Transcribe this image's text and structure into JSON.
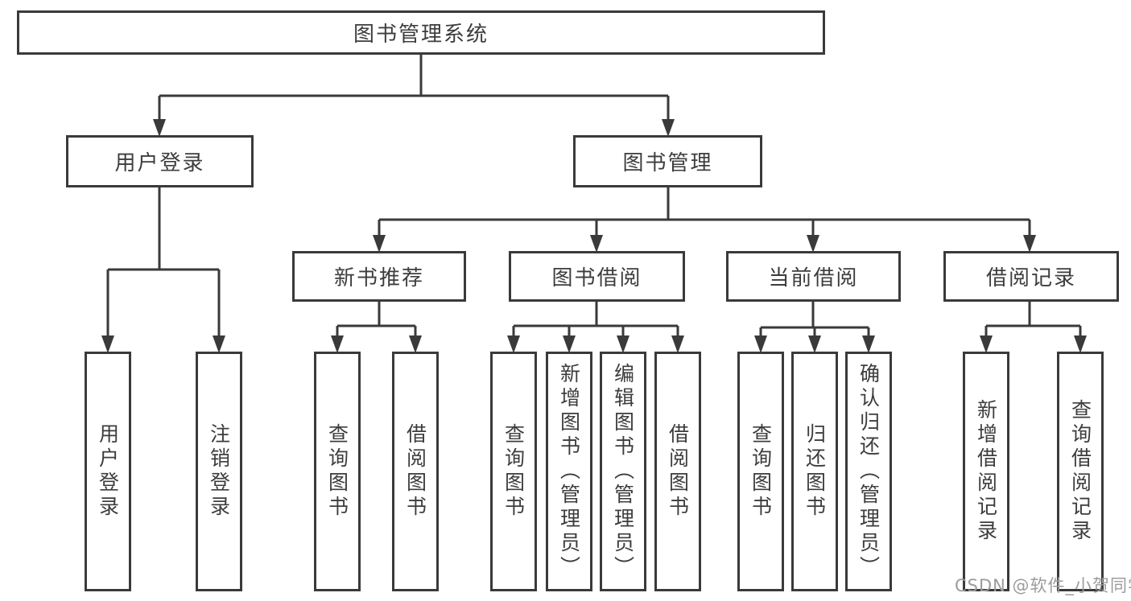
{
  "tree": {
    "root": {
      "label": "图书管理系统",
      "children": [
        {
          "label": "用户登录",
          "children": [
            {
              "label": "用户登录"
            },
            {
              "label": "注销登录"
            }
          ]
        },
        {
          "label": "图书管理",
          "children": [
            {
              "label": "新书推荐",
              "children": [
                {
                  "label": "查询图书"
                },
                {
                  "label": "借阅图书"
                }
              ]
            },
            {
              "label": "图书借阅",
              "children": [
                {
                  "label": "查询图书"
                },
                {
                  "label": "新增图书（管理员）"
                },
                {
                  "label": "编辑图书（管理员）"
                },
                {
                  "label": "借阅图书"
                }
              ]
            },
            {
              "label": "当前借阅",
              "children": [
                {
                  "label": "查询图书"
                },
                {
                  "label": "归还图书"
                },
                {
                  "label": "确认归还（管理员）"
                }
              ]
            },
            {
              "label": "借阅记录",
              "children": [
                {
                  "label": "新增借阅记录"
                },
                {
                  "label": "查询借阅记录"
                }
              ]
            }
          ]
        }
      ]
    }
  },
  "watermark": {
    "text": "CSDN @软件_小贺同学"
  },
  "colors": {
    "line": "#3a3a3a",
    "text": "#3d3d3d",
    "watermark_text": "#9c9c9c",
    "background": "#ffffff"
  }
}
